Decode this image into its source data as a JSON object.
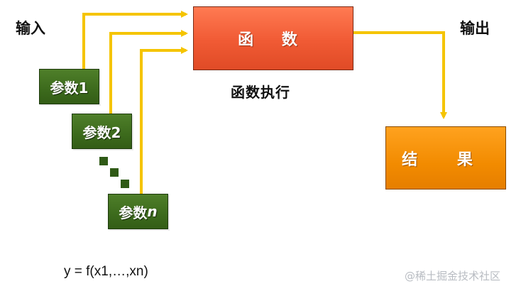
{
  "labels": {
    "input": "输入",
    "output": "输出",
    "function": "函 数",
    "execution": "函数执行",
    "result": "结 果",
    "formula": "y = f(x1,…,xn)",
    "watermark": "@稀土掘金技术社区"
  },
  "params": [
    {
      "text": "参数1"
    },
    {
      "text": "参数2"
    },
    {
      "prefix": "参数",
      "suffix": "n"
    }
  ],
  "colors": {
    "arrow": "#f5c400",
    "function_fill": "#f05a34",
    "result_fill": "#f28b00",
    "param_fill": "#3c6a1c",
    "dots": "#2f5a16"
  }
}
